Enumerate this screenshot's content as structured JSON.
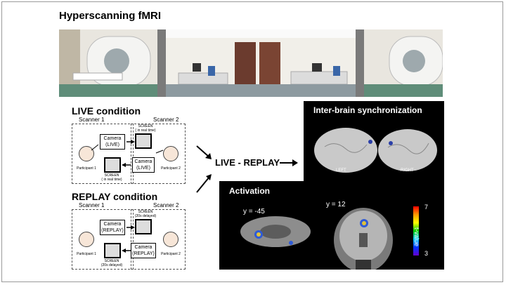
{
  "title": "Hyperscanning fMRI",
  "live": {
    "heading": "LIVE condition",
    "scanner1": "Scanner 1",
    "scanner2": "Scanner 2",
    "screen_top": "SCREEN",
    "screen_top_sub": "( in real time)",
    "camera_top": "Camera",
    "camera_top_sub": "(LIVE)",
    "camera_bottom": "Camera",
    "camera_bottom_sub": "(LIVE)",
    "screen_bottom": "SCREEN",
    "screen_bottom_sub": "( in real time)",
    "participant1": "Participant 1",
    "participant2": "Participant 2"
  },
  "replay": {
    "heading": "REPLAY condition",
    "scanner1": "Scanner 1",
    "scanner2": "Scanner 2",
    "screen_top": "SCREEN",
    "screen_top_sub": "(20s delayed)",
    "camera_top": "Camera",
    "camera_top_sub": "(REPLAY)",
    "camera_bottom": "Camera",
    "camera_bottom_sub": "(REPLAY)",
    "screen_bottom": "SCREEN",
    "screen_bottom_sub": "(20s delayed)",
    "participant1": "Participant 1",
    "participant2": "Participant 2"
  },
  "contrast": "LIVE - REPLAY",
  "sync": {
    "title": "Inter-brain synchronization",
    "left": "LEFT",
    "right": "RIGHT"
  },
  "activation": {
    "title": "Activation",
    "y1": "y = -45",
    "y2": "y = 12",
    "cbar_max": "7",
    "cbar_min": "3",
    "cbar_label": "t-value"
  }
}
